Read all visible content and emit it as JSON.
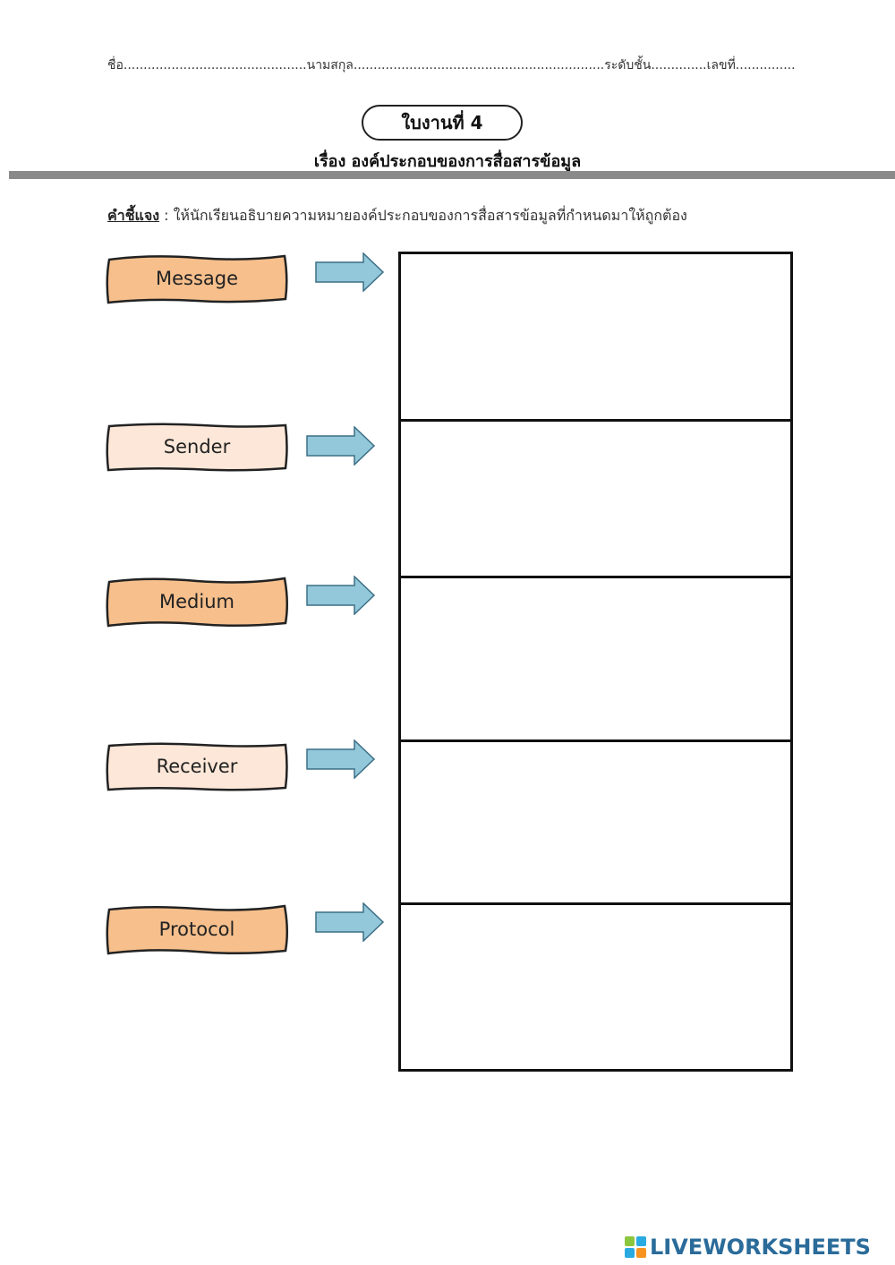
{
  "header": {
    "info_line": "ชื่อ..............................................นามสกุล...............................................................ระดับชั้น..............เลขที่..............."
  },
  "title": {
    "worksheet": "ใบงานที่ 4",
    "subtitle": "เรื่อง องค์ประกอบของการสื่อสารข้อมูล"
  },
  "instructions": {
    "label": "คำชี้แจง",
    "text": " : ให้นักเรียนอธิบายความหมายองค์ประกอบของการสื่อสารข้อมูลที่กำหนดมาให้ถูกต้อง"
  },
  "terms": [
    {
      "label": "Message",
      "color": "#f6bf8c"
    },
    {
      "label": "Sender",
      "color": "#fde7d8"
    },
    {
      "label": "Medium",
      "color": "#f6bf8c"
    },
    {
      "label": "Receiver",
      "color": "#fde7d8"
    },
    {
      "label": "Protocol",
      "color": "#f6bf8c"
    }
  ],
  "colors": {
    "arrow_fill": "#92c8d9",
    "arrow_stroke": "#3c6f86",
    "box_border": "#111111",
    "rule": "#8a8a8a",
    "brand": "#2a6b9a"
  },
  "brand": {
    "name": "LIVEWORKSHEETS",
    "icon": "liveworksheets-logo-icon"
  }
}
